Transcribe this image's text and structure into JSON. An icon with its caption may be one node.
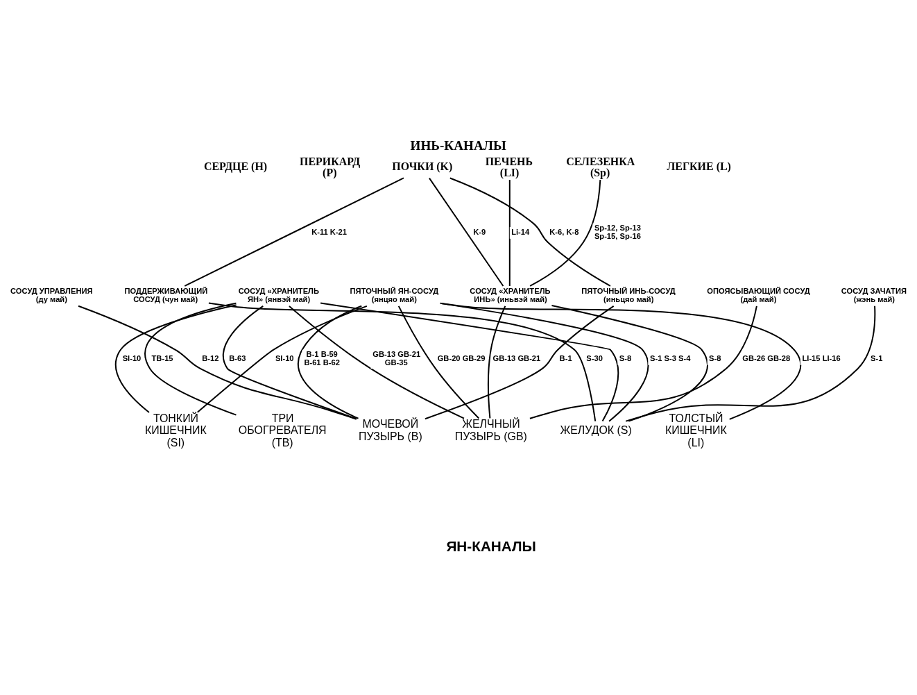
{
  "diagram": {
    "title": "ИНЬ-КАНАЛЫ",
    "caption": "ЯН-КАНАЛЫ",
    "nodes": [
      {
        "text": [
          "СЕРДЦЕ (H)"
        ]
      },
      {
        "text": [
          "ПЕРИКАРД (P)"
        ]
      },
      {
        "text": [
          "ПОЧКИ (K)"
        ]
      },
      {
        "text": [
          "ПЕЧЕНЬ (LI)"
        ]
      },
      {
        "text": [
          "СЕЛЕЗЕНКА (Sp)"
        ]
      },
      {
        "text": [
          "ЛЕГКИЕ (L)"
        ]
      },
      {
        "text": [
          "СОСУД УПРАВЛЕНИЯ (ду май)"
        ]
      },
      {
        "text": [
          "ПОДДЕРЖИВАЮЩИЙ СОСУД (чун май)"
        ]
      },
      {
        "text": [
          "СОСУД «ХРАНИТЕЛЬ ЯН» (янвэй май)"
        ]
      },
      {
        "text": [
          "ПЯТОЧНЫЙ ЯН-СОСУД (янцяо май)"
        ]
      },
      {
        "text": [
          "СОСУД «ХРАНИТЕЛЬ ИНЬ» (иньвэй май)"
        ]
      },
      {
        "text": [
          "ПЯТОЧНЫЙ ИНЬ-СОСУД (иньцяо май)"
        ]
      },
      {
        "text": [
          "ОПОЯСЫВАЮЩИЙ СОСУД (дай май)"
        ]
      },
      {
        "text": [
          "СОСУД ЗАЧАТИЯ (жэнь май)"
        ]
      },
      {
        "text": [
          "ТОНКИЙ КИШЕЧНИК (SI)"
        ]
      },
      {
        "text": [
          "ТРИ ОБОГРЕВАТЕЛЯ (TB)"
        ]
      },
      {
        "text": [
          "МОЧЕВОЙ ПУЗЫРЬ (B)"
        ]
      },
      {
        "text": [
          "ЖЕЛЧНЫЙ ПУЗЫРЬ (GB)"
        ]
      },
      {
        "text": [
          "ЖЕЛУДОК (S)"
        ]
      },
      {
        "text": [
          "ТОЛСТЫЙ КИШЕЧНИК (LI)"
        ]
      }
    ],
    "edges": [
      {
        "from": 2,
        "to": 7,
        "arrow": "none",
        "label": "K-11 K-21"
      },
      {
        "from": 2,
        "to": 10,
        "arrow": "none",
        "label": "K-9"
      },
      {
        "from": 3,
        "to": 10,
        "arrow": "none",
        "label": "Li-14"
      },
      {
        "from": 4,
        "to": 10,
        "arrow": "none",
        "label": "Sp-12, Sp-13 Sp-15, Sp-16"
      },
      {
        "from": 2,
        "to": 11,
        "arrow": "none",
        "label": "K-6, K-8"
      },
      {
        "from": 6,
        "to": 16,
        "arrow": "none",
        "label": "B-12"
      },
      {
        "from": 7,
        "to": 18,
        "arrow": "none",
        "label": "S-30"
      },
      {
        "from": 8,
        "to": 14,
        "arrow": "none",
        "label": "SI-10"
      },
      {
        "from": 8,
        "to": 15,
        "arrow": "none",
        "label": "TB-15"
      },
      {
        "from": 8,
        "to": 16,
        "arrow": "none",
        "label": "B-63"
      },
      {
        "from": 8,
        "to": 17,
        "arrow": "none",
        "label": "GB-13 GB-21 GB-35"
      },
      {
        "from": 8,
        "to": 18,
        "arrow": "none",
        "label": "S-8"
      },
      {
        "from": 9,
        "to": 14,
        "arrow": "none",
        "label": "SI-10"
      },
      {
        "from": 9,
        "to": 16,
        "arrow": "none",
        "label": "B-1 B-59 B-61 B-62"
      },
      {
        "from": 9,
        "to": 17,
        "arrow": "none",
        "label": "GB-20 GB-29"
      },
      {
        "from": 9,
        "to": 18,
        "arrow": "none",
        "label": "S-1 S-3 S-4"
      },
      {
        "from": 9,
        "to": 19,
        "arrow": "none",
        "label": "LI-15 LI-16"
      },
      {
        "from": 10,
        "to": 17,
        "arrow": "none",
        "label": "GB-13 GB-21"
      },
      {
        "from": 10,
        "to": 18,
        "arrow": "none",
        "label": "S-8"
      },
      {
        "from": 11,
        "to": 16,
        "arrow": "none",
        "label": "B-1"
      },
      {
        "from": 12,
        "to": 17,
        "arrow": "none",
        "label": "GB-26 GB-28"
      },
      {
        "from": 13,
        "to": 18,
        "arrow": "none",
        "label": "S-1"
      }
    ]
  }
}
